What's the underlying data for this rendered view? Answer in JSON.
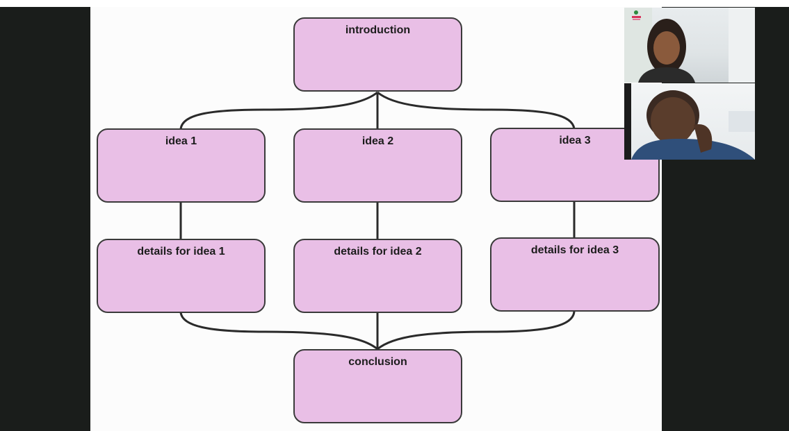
{
  "flowchart": {
    "introduction": "introduction",
    "ideas": [
      {
        "title": "idea 1",
        "details": "details for idea 1"
      },
      {
        "title": "idea 2",
        "details": "details for idea 2"
      },
      {
        "title": "idea 3",
        "details": "details for idea 3"
      }
    ],
    "conclusion": "conclusion"
  },
  "colors": {
    "box_fill": "#e9bfe6",
    "box_border": "#3a3a3a",
    "letterbox": "#1a1d1b"
  }
}
